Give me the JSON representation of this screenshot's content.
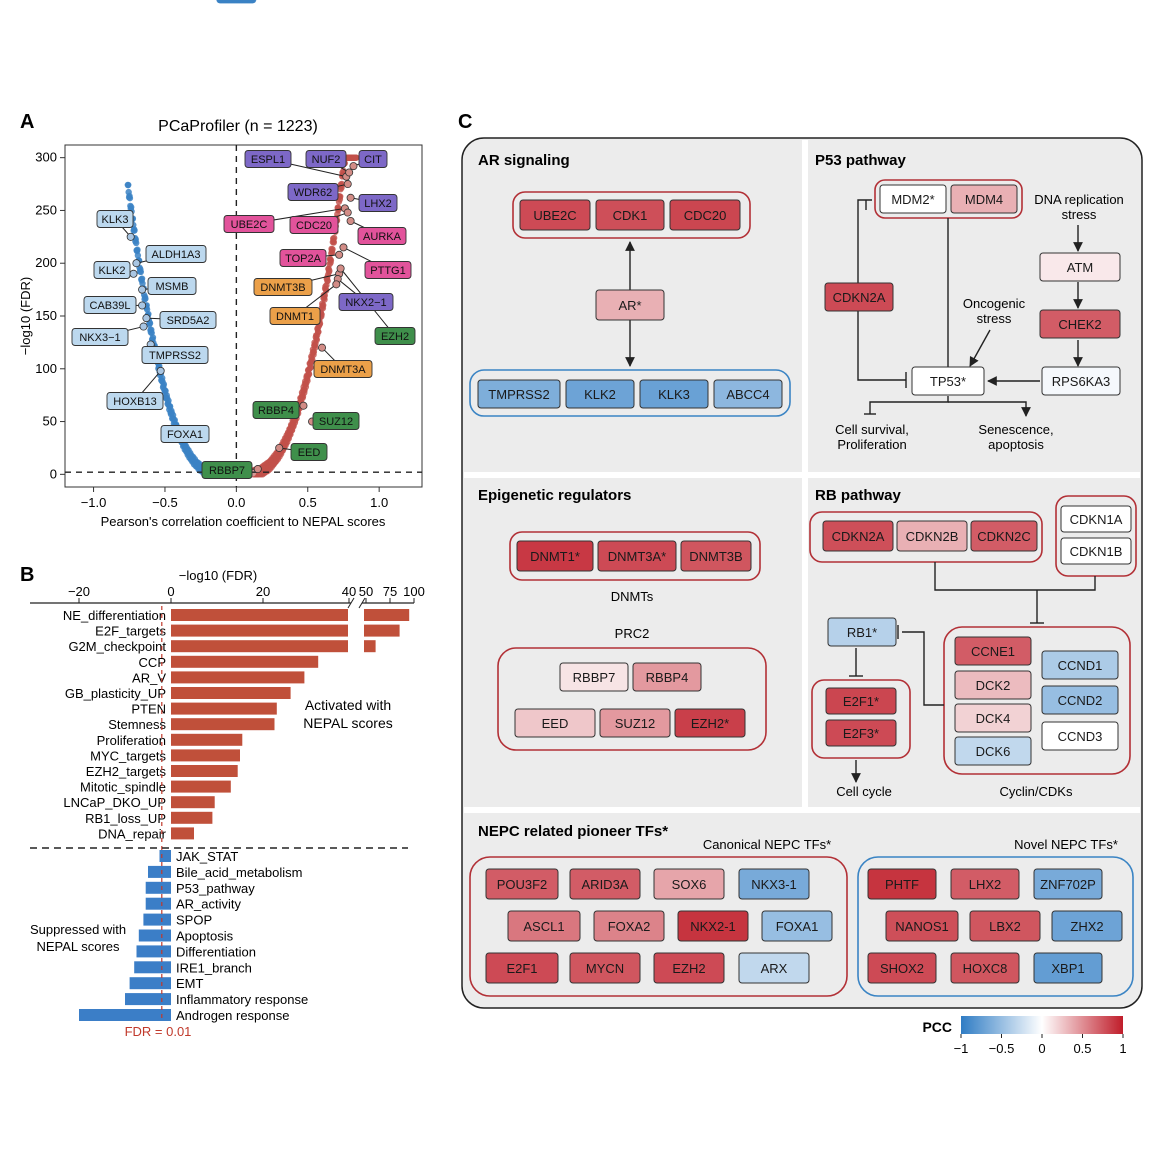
{
  "panel_labels": {
    "a": "A",
    "b": "B",
    "c": "C"
  },
  "pcc_colors": {
    "neg": "#2f7cc4",
    "mid": "#ffffff",
    "pos": "#c01d2a"
  },
  "chart_data": [
    {
      "type": "scatter",
      "panel": "A",
      "title": "PCaProfiler (n = 1223)",
      "xlabel": "Pearson's correlation coefficient to NEPAL scores",
      "ylabel": "−log10 (FDR)",
      "xlim": [
        -1.2,
        1.3
      ],
      "ylim": [
        -12,
        312
      ],
      "x_ticks": [
        -1.0,
        -0.5,
        0.0,
        0.5,
        1.0
      ],
      "x_tick_labels": [
        "−1.0",
        "−0.5",
        "0.0",
        "0.5",
        "1.0"
      ],
      "y_ticks": [
        0,
        50,
        100,
        150,
        200,
        250,
        300
      ],
      "y_tick_labels": [
        "0",
        "50",
        "100",
        "150",
        "200",
        "250",
        "300"
      ],
      "reference_lines": {
        "x": 0,
        "y": 2
      },
      "grid": false,
      "label_colors": {
        "blue": "#bcd8ee",
        "magenta": "#e2539b",
        "purple": "#7d68c7",
        "orange": "#eba049",
        "green": "#3f8f4b"
      },
      "labeled_points": [
        {
          "label": "KLK3",
          "x": -0.74,
          "y": 225,
          "group": "blue"
        },
        {
          "label": "ALDH1A3",
          "x": -0.7,
          "y": 200,
          "group": "blue"
        },
        {
          "label": "KLK2",
          "x": -0.72,
          "y": 190,
          "group": "blue"
        },
        {
          "label": "MSMB",
          "x": -0.66,
          "y": 175,
          "group": "blue"
        },
        {
          "label": "CAB39L",
          "x": -0.66,
          "y": 160,
          "group": "blue"
        },
        {
          "label": "SRD5A2",
          "x": -0.63,
          "y": 148,
          "group": "blue"
        },
        {
          "label": "NKX3−1",
          "x": -0.65,
          "y": 140,
          "group": "blue"
        },
        {
          "label": "TMPRSS2",
          "x": -0.6,
          "y": 123,
          "group": "blue"
        },
        {
          "label": "HOXB13",
          "x": -0.53,
          "y": 98,
          "group": "blue"
        },
        {
          "label": "FOXA1",
          "x": -0.35,
          "y": 40,
          "group": "blue"
        },
        {
          "label": "ESPL1",
          "x": 0.77,
          "y": 282,
          "group": "purple"
        },
        {
          "label": "NUF2",
          "x": 0.79,
          "y": 286,
          "group": "purple"
        },
        {
          "label": "CIT",
          "x": 0.82,
          "y": 292,
          "group": "purple"
        },
        {
          "label": "WDR62",
          "x": 0.78,
          "y": 275,
          "group": "purple"
        },
        {
          "label": "LHX2",
          "x": 0.8,
          "y": 262,
          "group": "purple"
        },
        {
          "label": "UBE2C",
          "x": 0.76,
          "y": 252,
          "group": "magenta"
        },
        {
          "label": "CDC20",
          "x": 0.78,
          "y": 248,
          "group": "magenta"
        },
        {
          "label": "AURKA",
          "x": 0.8,
          "y": 240,
          "group": "magenta"
        },
        {
          "label": "TOP2A",
          "x": 0.72,
          "y": 208,
          "group": "magenta"
        },
        {
          "label": "PTTG1",
          "x": 0.75,
          "y": 215,
          "group": "magenta"
        },
        {
          "label": "DNMT3B",
          "x": 0.72,
          "y": 190,
          "group": "orange"
        },
        {
          "label": "NKX2−1",
          "x": 0.71,
          "y": 185,
          "group": "purple"
        },
        {
          "label": "DNMT1",
          "x": 0.7,
          "y": 180,
          "group": "orange"
        },
        {
          "label": "EZH2",
          "x": 0.73,
          "y": 195,
          "group": "green"
        },
        {
          "label": "DNMT3A",
          "x": 0.6,
          "y": 120,
          "group": "orange"
        },
        {
          "label": "RBBP4",
          "x": 0.47,
          "y": 65,
          "group": "green"
        },
        {
          "label": "SUZ12",
          "x": 0.53,
          "y": 50,
          "group": "green"
        },
        {
          "label": "EED",
          "x": 0.3,
          "y": 25,
          "group": "green"
        },
        {
          "label": "RBBP7",
          "x": 0.15,
          "y": 5,
          "group": "green"
        }
      ]
    },
    {
      "type": "bar",
      "panel": "B",
      "xlabel": "−log10 (FDR)",
      "x_tick_labels": [
        "−20",
        "0",
        "20",
        "40",
        "50",
        "75",
        "100"
      ],
      "threshold_label": "FDR = 0.01",
      "annotation_activated": [
        "Activated with",
        "NEPAL scores"
      ],
      "annotation_suppressed": [
        "Suppressed with",
        "NEPAL scores"
      ],
      "colors": {
        "activated": "#c0503a",
        "suppressed": "#3b7ec7",
        "threshold": "#c0392b"
      },
      "activated": [
        {
          "label": "NE_differentiation",
          "value": 95
        },
        {
          "label": "E2F_targets",
          "value": 85
        },
        {
          "label": "G2M_checkpoint",
          "value": 60
        },
        {
          "label": "CCP",
          "value": 32
        },
        {
          "label": "AR_V",
          "value": 29
        },
        {
          "label": "GB_plasticity_UP",
          "value": 26
        },
        {
          "label": "PTEN",
          "value": 23
        },
        {
          "label": "Stemness",
          "value": 22.5
        },
        {
          "label": "Proliferation",
          "value": 15.5
        },
        {
          "label": "MYC_targets",
          "value": 15
        },
        {
          "label": "EZH2_targets",
          "value": 14.5
        },
        {
          "label": "Mitotic_spindle",
          "value": 13
        },
        {
          "label": "LNCaP_DKO_UP",
          "value": 9.5
        },
        {
          "label": "RB1_loss_UP",
          "value": 9
        },
        {
          "label": "DNA_repair",
          "value": 5
        }
      ],
      "suppressed": [
        {
          "label": "JAK_STAT",
          "value": -2.5
        },
        {
          "label": "Bile_acid_metabolism",
          "value": -5
        },
        {
          "label": "P53_pathway",
          "value": -5.5
        },
        {
          "label": "AR_activity",
          "value": -5.5
        },
        {
          "label": "SPOP",
          "value": -6
        },
        {
          "label": "Apoptosis",
          "value": -7
        },
        {
          "label": "Differentiation",
          "value": -7.5
        },
        {
          "label": "IRE1_branch",
          "value": -8
        },
        {
          "label": "EMT",
          "value": -9
        },
        {
          "label": "Inflammatory response",
          "value": -10
        },
        {
          "label": "Androgen response",
          "value": -20
        }
      ]
    }
  ],
  "panel_c": {
    "legend": {
      "title": "PCC",
      "ticks": [
        "−1",
        "−0.5",
        "0",
        "0.5",
        "1"
      ]
    },
    "sections": {
      "ar": "AR signaling",
      "p53": "P53 pathway",
      "epi": "Epigenetic regulators",
      "rb": "RB pathway",
      "nepc": "NEPC related pioneer TFs*"
    },
    "genes": [
      {
        "id": "ube2c",
        "label": "UBE2C",
        "pcc": 0.8
      },
      {
        "id": "cdk1",
        "label": "CDK1",
        "pcc": 0.78
      },
      {
        "id": "cdc20",
        "label": "CDC20",
        "pcc": 0.82
      },
      {
        "id": "ar",
        "label": "AR*",
        "pcc": 0.35
      },
      {
        "id": "tmprss2",
        "label": "TMPRSS2",
        "pcc": -0.62
      },
      {
        "id": "klk2",
        "label": "KLK2",
        "pcc": -0.7
      },
      {
        "id": "klk3",
        "label": "KLK3",
        "pcc": -0.72
      },
      {
        "id": "abcc4",
        "label": "ABCC4",
        "pcc": -0.55
      },
      {
        "id": "mdm2",
        "label": "MDM2*",
        "pcc": 0.0
      },
      {
        "id": "mdm4",
        "label": "MDM4",
        "pcc": 0.35
      },
      {
        "id": "cdkn2a_p53",
        "label": "CDKN2A",
        "pcc": 0.8
      },
      {
        "id": "atm",
        "label": "ATM",
        "pcc": 0.1
      },
      {
        "id": "chek2",
        "label": "CHEK2",
        "pcc": 0.72
      },
      {
        "id": "tp53",
        "label": "TP53*",
        "pcc": 0.0
      },
      {
        "id": "rps6ka3",
        "label": "RPS6KA3",
        "pcc": -0.05
      },
      {
        "id": "dnmt1",
        "label": "DNMT1*",
        "pcc": 0.88
      },
      {
        "id": "dnmt3a",
        "label": "DNMT3A*",
        "pcc": 0.8
      },
      {
        "id": "dnmt3b",
        "label": "DNMT3B",
        "pcc": 0.75
      },
      {
        "id": "rbbp7",
        "label": "RBBP7",
        "pcc": 0.12
      },
      {
        "id": "rbbp4",
        "label": "RBBP4",
        "pcc": 0.45
      },
      {
        "id": "eed",
        "label": "EED",
        "pcc": 0.25
      },
      {
        "id": "suz12",
        "label": "SUZ12",
        "pcc": 0.45
      },
      {
        "id": "ezh2_epi",
        "label": "EZH2*",
        "pcc": 0.85
      },
      {
        "id": "cdkn2a_rb",
        "label": "CDKN2A",
        "pcc": 0.78
      },
      {
        "id": "cdkn2b",
        "label": "CDKN2B",
        "pcc": 0.35
      },
      {
        "id": "cdkn2c",
        "label": "CDKN2C",
        "pcc": 0.72
      },
      {
        "id": "cdkn1a",
        "label": "CDKN1A",
        "pcc": 0.0
      },
      {
        "id": "cdkn1b",
        "label": "CDKN1B",
        "pcc": 0.0
      },
      {
        "id": "rb1",
        "label": "RB1*",
        "pcc": -0.35
      },
      {
        "id": "e2f1_rb",
        "label": "E2F1*",
        "pcc": 0.82
      },
      {
        "id": "e2f3",
        "label": "E2F3*",
        "pcc": 0.8
      },
      {
        "id": "ccne1",
        "label": "CCNE1",
        "pcc": 0.72
      },
      {
        "id": "dck2",
        "label": "DCK2",
        "pcc": 0.3
      },
      {
        "id": "dck4",
        "label": "DCK4",
        "pcc": 0.2
      },
      {
        "id": "dck6",
        "label": "DCK6",
        "pcc": -0.3
      },
      {
        "id": "ccnd1",
        "label": "CCND1",
        "pcc": -0.4
      },
      {
        "id": "ccnd2",
        "label": "CCND2",
        "pcc": -0.5
      },
      {
        "id": "ccnd3",
        "label": "CCND3",
        "pcc": 0.0
      },
      {
        "id": "pou3f2",
        "label": "POU3F2",
        "pcc": 0.72
      },
      {
        "id": "arid3a",
        "label": "ARID3A",
        "pcc": 0.72
      },
      {
        "id": "sox6",
        "label": "SOX6",
        "pcc": 0.4
      },
      {
        "id": "nkx31",
        "label": "NKX3-1",
        "pcc": -0.65
      },
      {
        "id": "ascl1",
        "label": "ASCL1",
        "pcc": 0.6
      },
      {
        "id": "foxa2",
        "label": "FOXA2",
        "pcc": 0.55
      },
      {
        "id": "nkx21",
        "label": "NKX2-1",
        "pcc": 0.9
      },
      {
        "id": "foxa1",
        "label": "FOXA1",
        "pcc": -0.5
      },
      {
        "id": "e2f1_tf",
        "label": "E2F1",
        "pcc": 0.8
      },
      {
        "id": "mycn",
        "label": "MYCN",
        "pcc": 0.75
      },
      {
        "id": "ezh2_tf",
        "label": "EZH2",
        "pcc": 0.8
      },
      {
        "id": "arx",
        "label": "ARX",
        "pcc": -0.3
      },
      {
        "id": "phtf",
        "label": "PHTF",
        "pcc": 0.9
      },
      {
        "id": "lhx2",
        "label": "LHX2",
        "pcc": 0.72
      },
      {
        "id": "znf702p",
        "label": "ZNF702P",
        "pcc": -0.65
      },
      {
        "id": "nanos1",
        "label": "NANOS1",
        "pcc": 0.78
      },
      {
        "id": "lbx2",
        "label": "LBX2",
        "pcc": 0.75
      },
      {
        "id": "zhx2",
        "label": "ZHX2",
        "pcc": -0.7
      },
      {
        "id": "shox2",
        "label": "SHOX2",
        "pcc": 0.8
      },
      {
        "id": "hoxc8",
        "label": "HOXC8",
        "pcc": 0.75
      },
      {
        "id": "xbp1",
        "label": "XBP1",
        "pcc": -0.75
      }
    ],
    "texts": {
      "dna_replication_stress": [
        "DNA replication",
        "stress"
      ],
      "oncogenic_stress": [
        "Oncogenic",
        "stress"
      ],
      "cell_survival": [
        "Cell survival,",
        "Proliferation"
      ],
      "senescence": [
        "Senescence,",
        "apoptosis"
      ],
      "dnmts": "DNMTs",
      "prc2": "PRC2",
      "cell_cycle": "Cell cycle",
      "cyclin_cdks": "Cyclin/CDKs",
      "canonical": "Canonical NEPC TFs*",
      "novel": "Novel NEPC TFs*"
    }
  }
}
